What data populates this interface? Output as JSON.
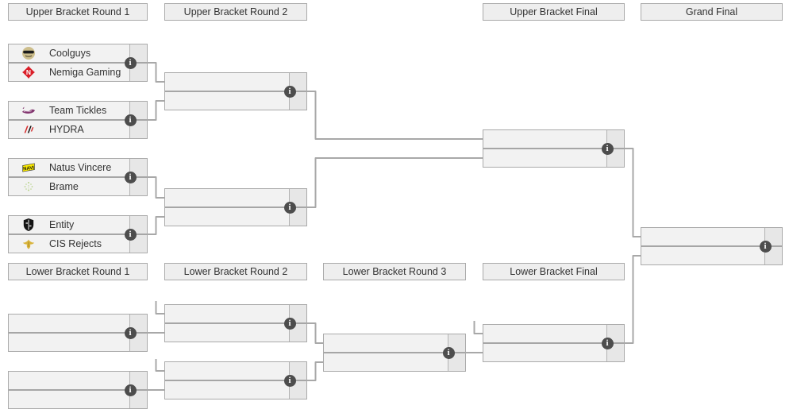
{
  "round_headers": {
    "upper_round_1": "Upper Bracket Round 1",
    "upper_round_2": "Upper Bracket Round 2",
    "upper_final": "Upper Bracket Final",
    "grand_final": "Grand Final",
    "lower_round_1": "Lower Bracket Round 1",
    "lower_round_2": "Lower Bracket Round 2",
    "lower_round_3": "Lower Bracket Round 3",
    "lower_final": "Lower Bracket Final"
  },
  "info_icon_glyph": "i",
  "colors": {
    "box_fill": "#f2f2f2",
    "score_cell_fill": "#e7e7e7",
    "box_border": "#aaaaaa",
    "connector": "#a8a8a8",
    "info_icon_bg": "#4d4d4d",
    "header_fill": "#eeeeee",
    "text": "#333333"
  },
  "matches": {
    "ub1_1": {
      "top": {
        "name": "Coolguys",
        "logo": "coolguys-logo",
        "score": ""
      },
      "bottom": {
        "name": "Nemiga Gaming",
        "logo": "nemiga-gaming-logo",
        "score": ""
      }
    },
    "ub1_2": {
      "top": {
        "name": "Team Tickles",
        "logo": "team-tickles-logo",
        "score": ""
      },
      "bottom": {
        "name": "HYDRA",
        "logo": "hydra-logo",
        "score": ""
      }
    },
    "ub1_3": {
      "top": {
        "name": "Natus Vincere",
        "logo": "natus-vincere-logo",
        "score": ""
      },
      "bottom": {
        "name": "Brame",
        "logo": "brame-logo",
        "score": ""
      }
    },
    "ub1_4": {
      "top": {
        "name": "Entity",
        "logo": "entity-logo",
        "score": ""
      },
      "bottom": {
        "name": "CIS Rejects",
        "logo": "cis-rejects-logo",
        "score": ""
      }
    },
    "ub2_1": {
      "top": {
        "name": "",
        "score": ""
      },
      "bottom": {
        "name": "",
        "score": ""
      }
    },
    "ub2_2": {
      "top": {
        "name": "",
        "score": ""
      },
      "bottom": {
        "name": "",
        "score": ""
      }
    },
    "ubf": {
      "top": {
        "name": "",
        "score": ""
      },
      "bottom": {
        "name": "",
        "score": ""
      }
    },
    "gf": {
      "top": {
        "name": "",
        "score": ""
      },
      "bottom": {
        "name": "",
        "score": ""
      }
    },
    "lb1_1": {
      "top": {
        "name": "",
        "score": ""
      },
      "bottom": {
        "name": "",
        "score": ""
      }
    },
    "lb1_2": {
      "top": {
        "name": "",
        "score": ""
      },
      "bottom": {
        "name": "",
        "score": ""
      }
    },
    "lb2_1": {
      "top": {
        "name": "",
        "score": ""
      },
      "bottom": {
        "name": "",
        "score": ""
      }
    },
    "lb2_2": {
      "top": {
        "name": "",
        "score": ""
      },
      "bottom": {
        "name": "",
        "score": ""
      }
    },
    "lb3": {
      "top": {
        "name": "",
        "score": ""
      },
      "bottom": {
        "name": "",
        "score": ""
      }
    },
    "lbf": {
      "top": {
        "name": "",
        "score": ""
      },
      "bottom": {
        "name": "",
        "score": ""
      }
    }
  }
}
